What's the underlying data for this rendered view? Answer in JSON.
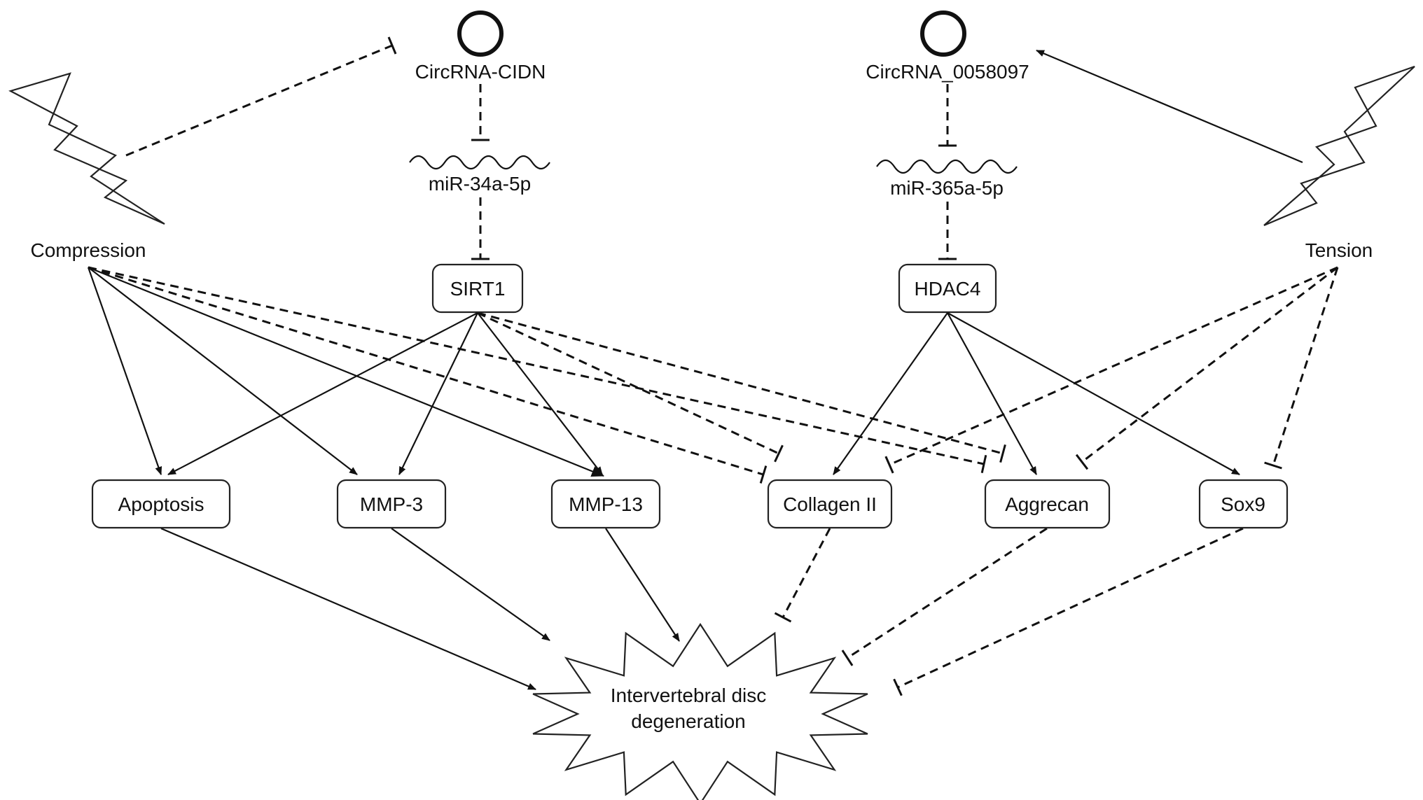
{
  "nodes": {
    "circ_cidn": "CircRNA-CIDN",
    "circ_0058097": "CircRNA_0058097",
    "mir34": "miR-34a-5p",
    "mir365": "miR-365a-5p",
    "sirt1": "SIRT1",
    "hdac4": "HDAC4",
    "compression": "Compression",
    "tension": "Tension",
    "apoptosis": "Apoptosis",
    "mmp3": "MMP-3",
    "mmp13": "MMP-13",
    "collagen2": "Collagen II",
    "aggrecan": "Aggrecan",
    "sox9": "Sox9",
    "idd_line1": "Intervertebral disc",
    "idd_line2": "degeneration"
  },
  "edges": [
    {
      "from": "compression",
      "to": "circ_cidn",
      "style": "dashed",
      "head": "inhibit"
    },
    {
      "from": "tension",
      "to": "circ_0058097",
      "style": "solid",
      "head": "arrow"
    },
    {
      "from": "circ_cidn",
      "to": "mir34",
      "style": "dashed",
      "head": "inhibit"
    },
    {
      "from": "mir34",
      "to": "sirt1",
      "style": "dashed",
      "head": "inhibit"
    },
    {
      "from": "circ_0058097",
      "to": "mir365",
      "style": "dashed",
      "head": "inhibit"
    },
    {
      "from": "mir365",
      "to": "hdac4",
      "style": "dashed",
      "head": "inhibit"
    },
    {
      "from": "compression",
      "to": "apoptosis",
      "style": "solid",
      "head": "arrow"
    },
    {
      "from": "compression",
      "to": "mmp3",
      "style": "solid",
      "head": "arrow"
    },
    {
      "from": "compression",
      "to": "mmp13",
      "style": "solid",
      "head": "arrow"
    },
    {
      "from": "compression",
      "to": "collagen2",
      "style": "dashed",
      "head": "inhibit"
    },
    {
      "from": "compression",
      "to": "aggrecan",
      "style": "dashed",
      "head": "inhibit"
    },
    {
      "from": "sirt1",
      "to": "apoptosis",
      "style": "solid",
      "head": "arrow"
    },
    {
      "from": "sirt1",
      "to": "mmp3",
      "style": "solid",
      "head": "arrow"
    },
    {
      "from": "sirt1",
      "to": "mmp13",
      "style": "solid",
      "head": "arrow"
    },
    {
      "from": "sirt1",
      "to": "collagen2",
      "style": "dashed",
      "head": "inhibit"
    },
    {
      "from": "sirt1",
      "to": "aggrecan",
      "style": "dashed",
      "head": "inhibit"
    },
    {
      "from": "hdac4",
      "to": "collagen2",
      "style": "solid",
      "head": "arrow"
    },
    {
      "from": "hdac4",
      "to": "aggrecan",
      "style": "solid",
      "head": "arrow"
    },
    {
      "from": "hdac4",
      "to": "sox9",
      "style": "solid",
      "head": "arrow"
    },
    {
      "from": "tension",
      "to": "collagen2",
      "style": "dashed",
      "head": "inhibit"
    },
    {
      "from": "tension",
      "to": "aggrecan",
      "style": "dashed",
      "head": "inhibit"
    },
    {
      "from": "tension",
      "to": "sox9",
      "style": "dashed",
      "head": "inhibit"
    },
    {
      "from": "apoptosis",
      "to": "idd",
      "style": "solid",
      "head": "arrow"
    },
    {
      "from": "mmp3",
      "to": "idd",
      "style": "solid",
      "head": "arrow"
    },
    {
      "from": "mmp13",
      "to": "idd",
      "style": "solid",
      "head": "arrow"
    },
    {
      "from": "collagen2",
      "to": "idd",
      "style": "dashed",
      "head": "inhibit"
    },
    {
      "from": "aggrecan",
      "to": "idd",
      "style": "dashed",
      "head": "inhibit"
    },
    {
      "from": "sox9",
      "to": "idd",
      "style": "dashed",
      "head": "inhibit"
    }
  ]
}
